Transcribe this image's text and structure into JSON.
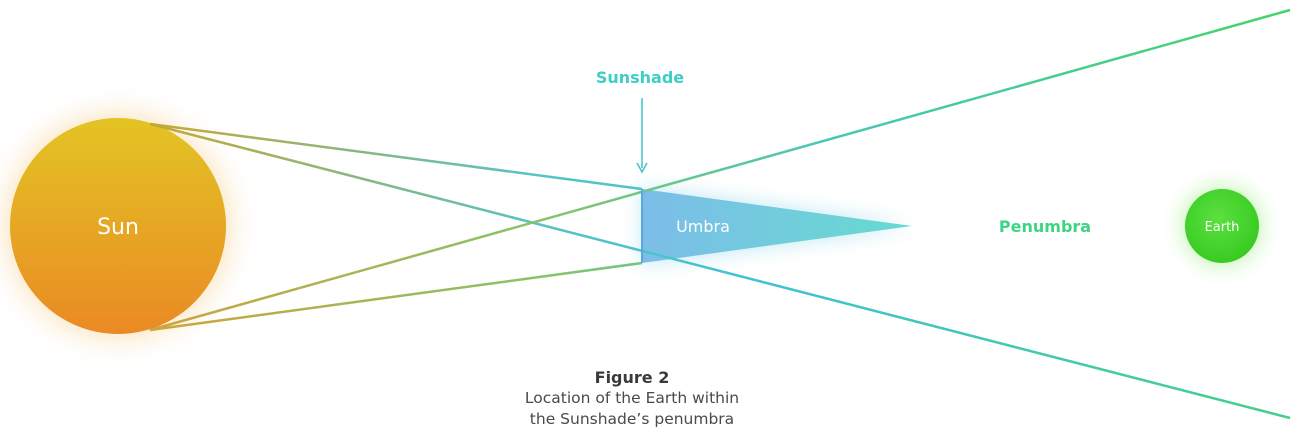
{
  "labels": {
    "sun": "Sun",
    "sunshade": "Sunshade",
    "umbra": "Umbra",
    "penumbra": "Penumbra",
    "earth": "Earth"
  },
  "caption": {
    "title": "Figure 2",
    "line1": "Location of the Earth within",
    "line2": "the Sunshade’s penumbra"
  },
  "colors": {
    "sun_top": "#e3c424",
    "sun_bottom": "#ea8a24",
    "umbra_left": "#7cbde8",
    "umbra_right": "#66dbd0",
    "ray_teal": "#3cc7d0",
    "ray_green": "#44d36a",
    "sunshade_label": "#3dcfc6",
    "penumbra_label": "#3ed483",
    "earth": "#44d82c",
    "caption_text": "#4a4a4a"
  }
}
